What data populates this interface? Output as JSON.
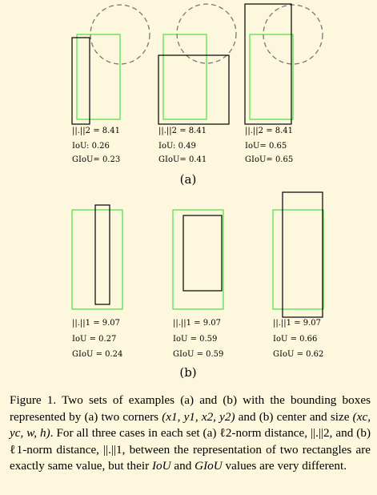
{
  "panels": [
    {
      "label": "(a)",
      "examples": [
        {
          "norm": "||.||2 = 8.41",
          "iou": "IoU: 0.26",
          "giou": "GIoU= 0.23"
        },
        {
          "norm": "||.||2 = 8.41",
          "iou": "IoU: 0.49",
          "giou": "GIoU= 0.41"
        },
        {
          "norm": "||.||2 = 8.41",
          "iou": "IoU= 0.65",
          "giou": "GIoU= 0.65"
        }
      ]
    },
    {
      "label": "(b)",
      "examples": [
        {
          "norm": "||.||1 = 9.07",
          "iou": "IoU = 0.27",
          "giou": "GIoU = 0.24"
        },
        {
          "norm": "||.||1 = 9.07",
          "iou": "IoU = 0.59",
          "giou": "GIoU = 0.59"
        },
        {
          "norm": "||.||1 = 9.07",
          "iou": "IoU = 0.66",
          "giou": "GIoU = 0.62"
        }
      ]
    }
  ],
  "caption": {
    "p1": "Figure 1.  Two sets of examples (a) and (b) with the bounding boxes represented by (a) two corners ",
    "m1": "(x1, y1, x2, y2)",
    "p2": " and (b) center and size ",
    "m2": "(xc, yc, w, h)",
    "p3": ".  For all three cases in each set (a) ℓ2-norm distance, ||.||2, and (b) ℓ1-norm distance, ||.||1, between the representation of two rectangles are exactly same value, but their ",
    "m3": "IoU",
    "p4": " and ",
    "m4": "GIoU",
    "p5": " values are very different."
  },
  "colors": {
    "ground_truth_box": "#22dd22",
    "predicted_box": "#000000",
    "circle": "#777777",
    "background": "#fdf7dd"
  }
}
